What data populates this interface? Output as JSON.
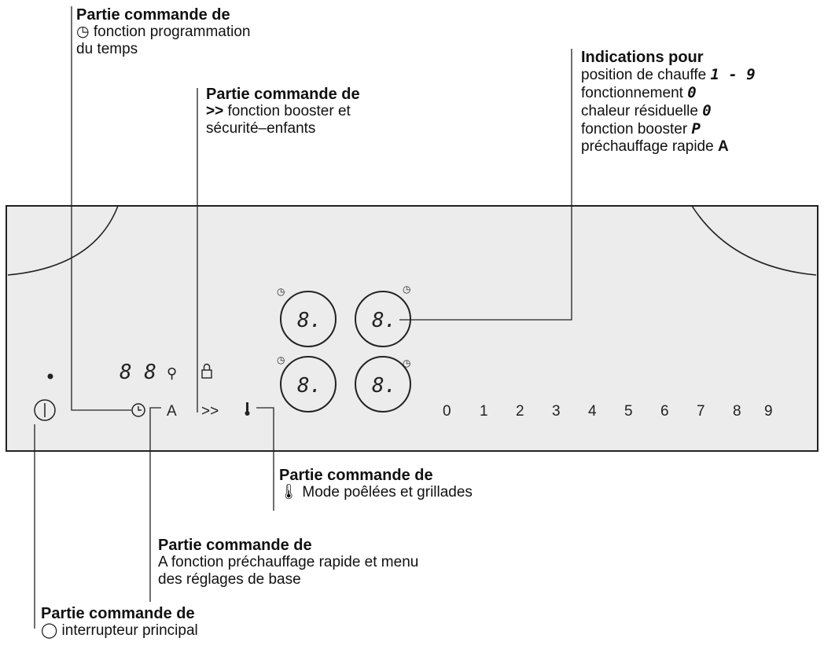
{
  "labels": {
    "timer": {
      "title": "Partie commande de",
      "line1": "fonction programmation",
      "line2": "du temps"
    },
    "booster": {
      "title": "Partie commande de",
      "line1": "fonction booster et",
      "line2": "sécurité–enfants"
    },
    "indications": {
      "title": "Indications pour",
      "l1": "position de chauffe",
      "l1sym": "1 - 9",
      "l2": "fonctionnement",
      "l2sym": "0",
      "l3": "chaleur résiduelle",
      "l3sym": "0",
      "l4": "fonction booster",
      "l4sym": "P",
      "l5": "préchauffage rapide",
      "l5sym": "A"
    },
    "pans": {
      "title": "Partie commande de",
      "line1": "Mode poêlées et grillades"
    },
    "preheat": {
      "title": "Partie commande de",
      "line1": "A fonction préchauffage rapide et menu",
      "line2": "des réglages de base"
    },
    "power": {
      "title": "Partie commande de",
      "line1": "interrupteur principal"
    }
  },
  "panel": {
    "timer_display": "8 8",
    "zone_display": "8.",
    "preheat_key": "A",
    "booster_key": ">>",
    "scale": [
      "0",
      "1",
      "2",
      "3",
      "4",
      "5",
      "6",
      "7",
      "8",
      "9"
    ]
  }
}
